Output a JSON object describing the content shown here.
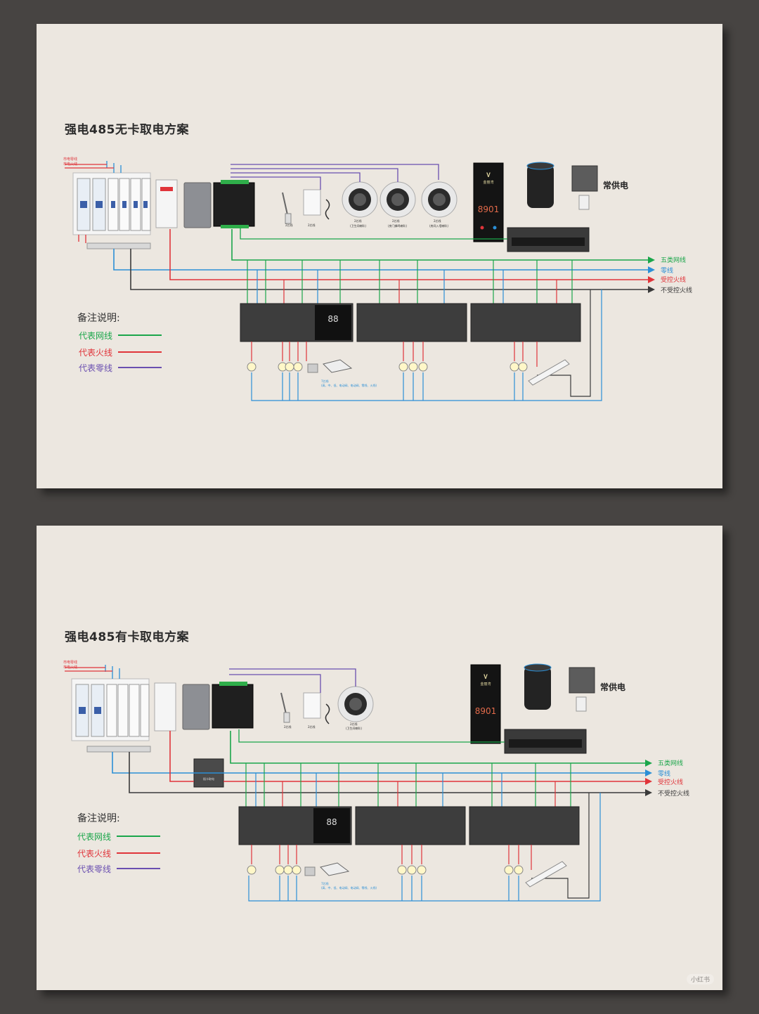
{
  "panels": [
    {
      "title": "强电485无卡取电方案",
      "always_power": "常供电",
      "legend_right": [
        "五类网线",
        "零线",
        "受控火线",
        "不受控火线"
      ],
      "notes": {
        "heading": "备注说明:",
        "items": [
          "代表网线",
          "代表火线",
          "代表零线"
        ]
      },
      "device_card_number": "8901",
      "device_card_logo": "金丽湾",
      "small_labels": [
        "2芯线",
        "2芯线",
        "2芯线",
        "2芯线",
        "2芯线"
      ],
      "speaker_labels": [
        "(卫生间喇叭)",
        "(房门蜂鸣喇叭)",
        "(房间入墙喇叭)"
      ],
      "ac_label": "7芯线",
      "ac_sub": "(高、中、低、电动阀、电动阀、零线、火线)",
      "breaker_labels": [
        "市电零线",
        "市电火线"
      ]
    },
    {
      "title": "强电485有卡取电方案",
      "always_power": "常供电",
      "legend_right": [
        "五类网线",
        "零线",
        "受控火线",
        "不受控火线"
      ],
      "notes": {
        "heading": "备注说明:",
        "items": [
          "代表网线",
          "代表火线",
          "代表零线"
        ]
      },
      "device_card_number": "8901",
      "device_card_logo": "金丽湾",
      "small_labels": [
        "2芯线",
        "2芯线",
        "2芯线"
      ],
      "speaker_labels": [
        "(卫生间喇叭)"
      ],
      "ac_label": "7芯线",
      "ac_sub": "(高、中、低、电动阀、电动阀、零线、火线)",
      "card_switch_label": "插卡取电",
      "breaker_labels": [
        "市电零线",
        "市电火线"
      ]
    }
  ],
  "colors": {
    "network": "#1aa64a",
    "neutral": "#2b8fd6",
    "live": "#e0343a",
    "uncontrolled": "#3a3a3a",
    "zero_purple": "#6a4fb0",
    "panel_bg": "#ece7e0"
  },
  "watermark": "小红书"
}
